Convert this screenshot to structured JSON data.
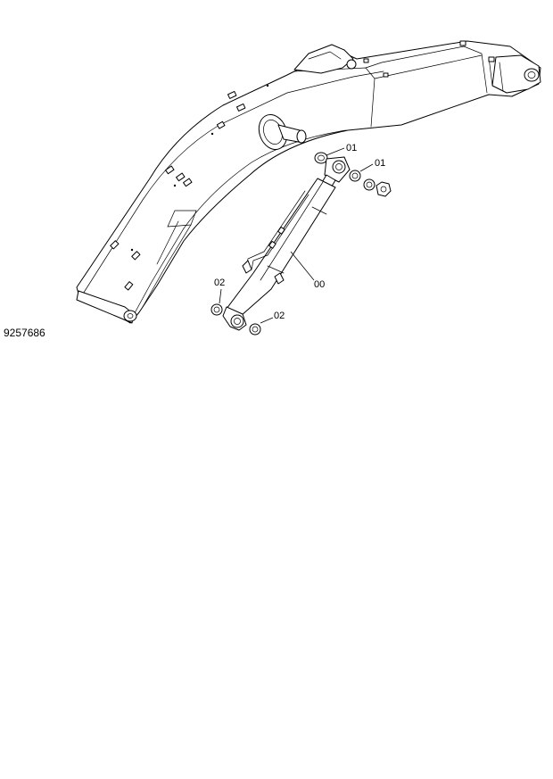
{
  "figure_number": "9257686",
  "callouts": {
    "seal_top_left": "01",
    "seal_top_right": "01",
    "cylinder": "00",
    "seal_bottom_left": "02",
    "seal_bottom_right": "02"
  }
}
